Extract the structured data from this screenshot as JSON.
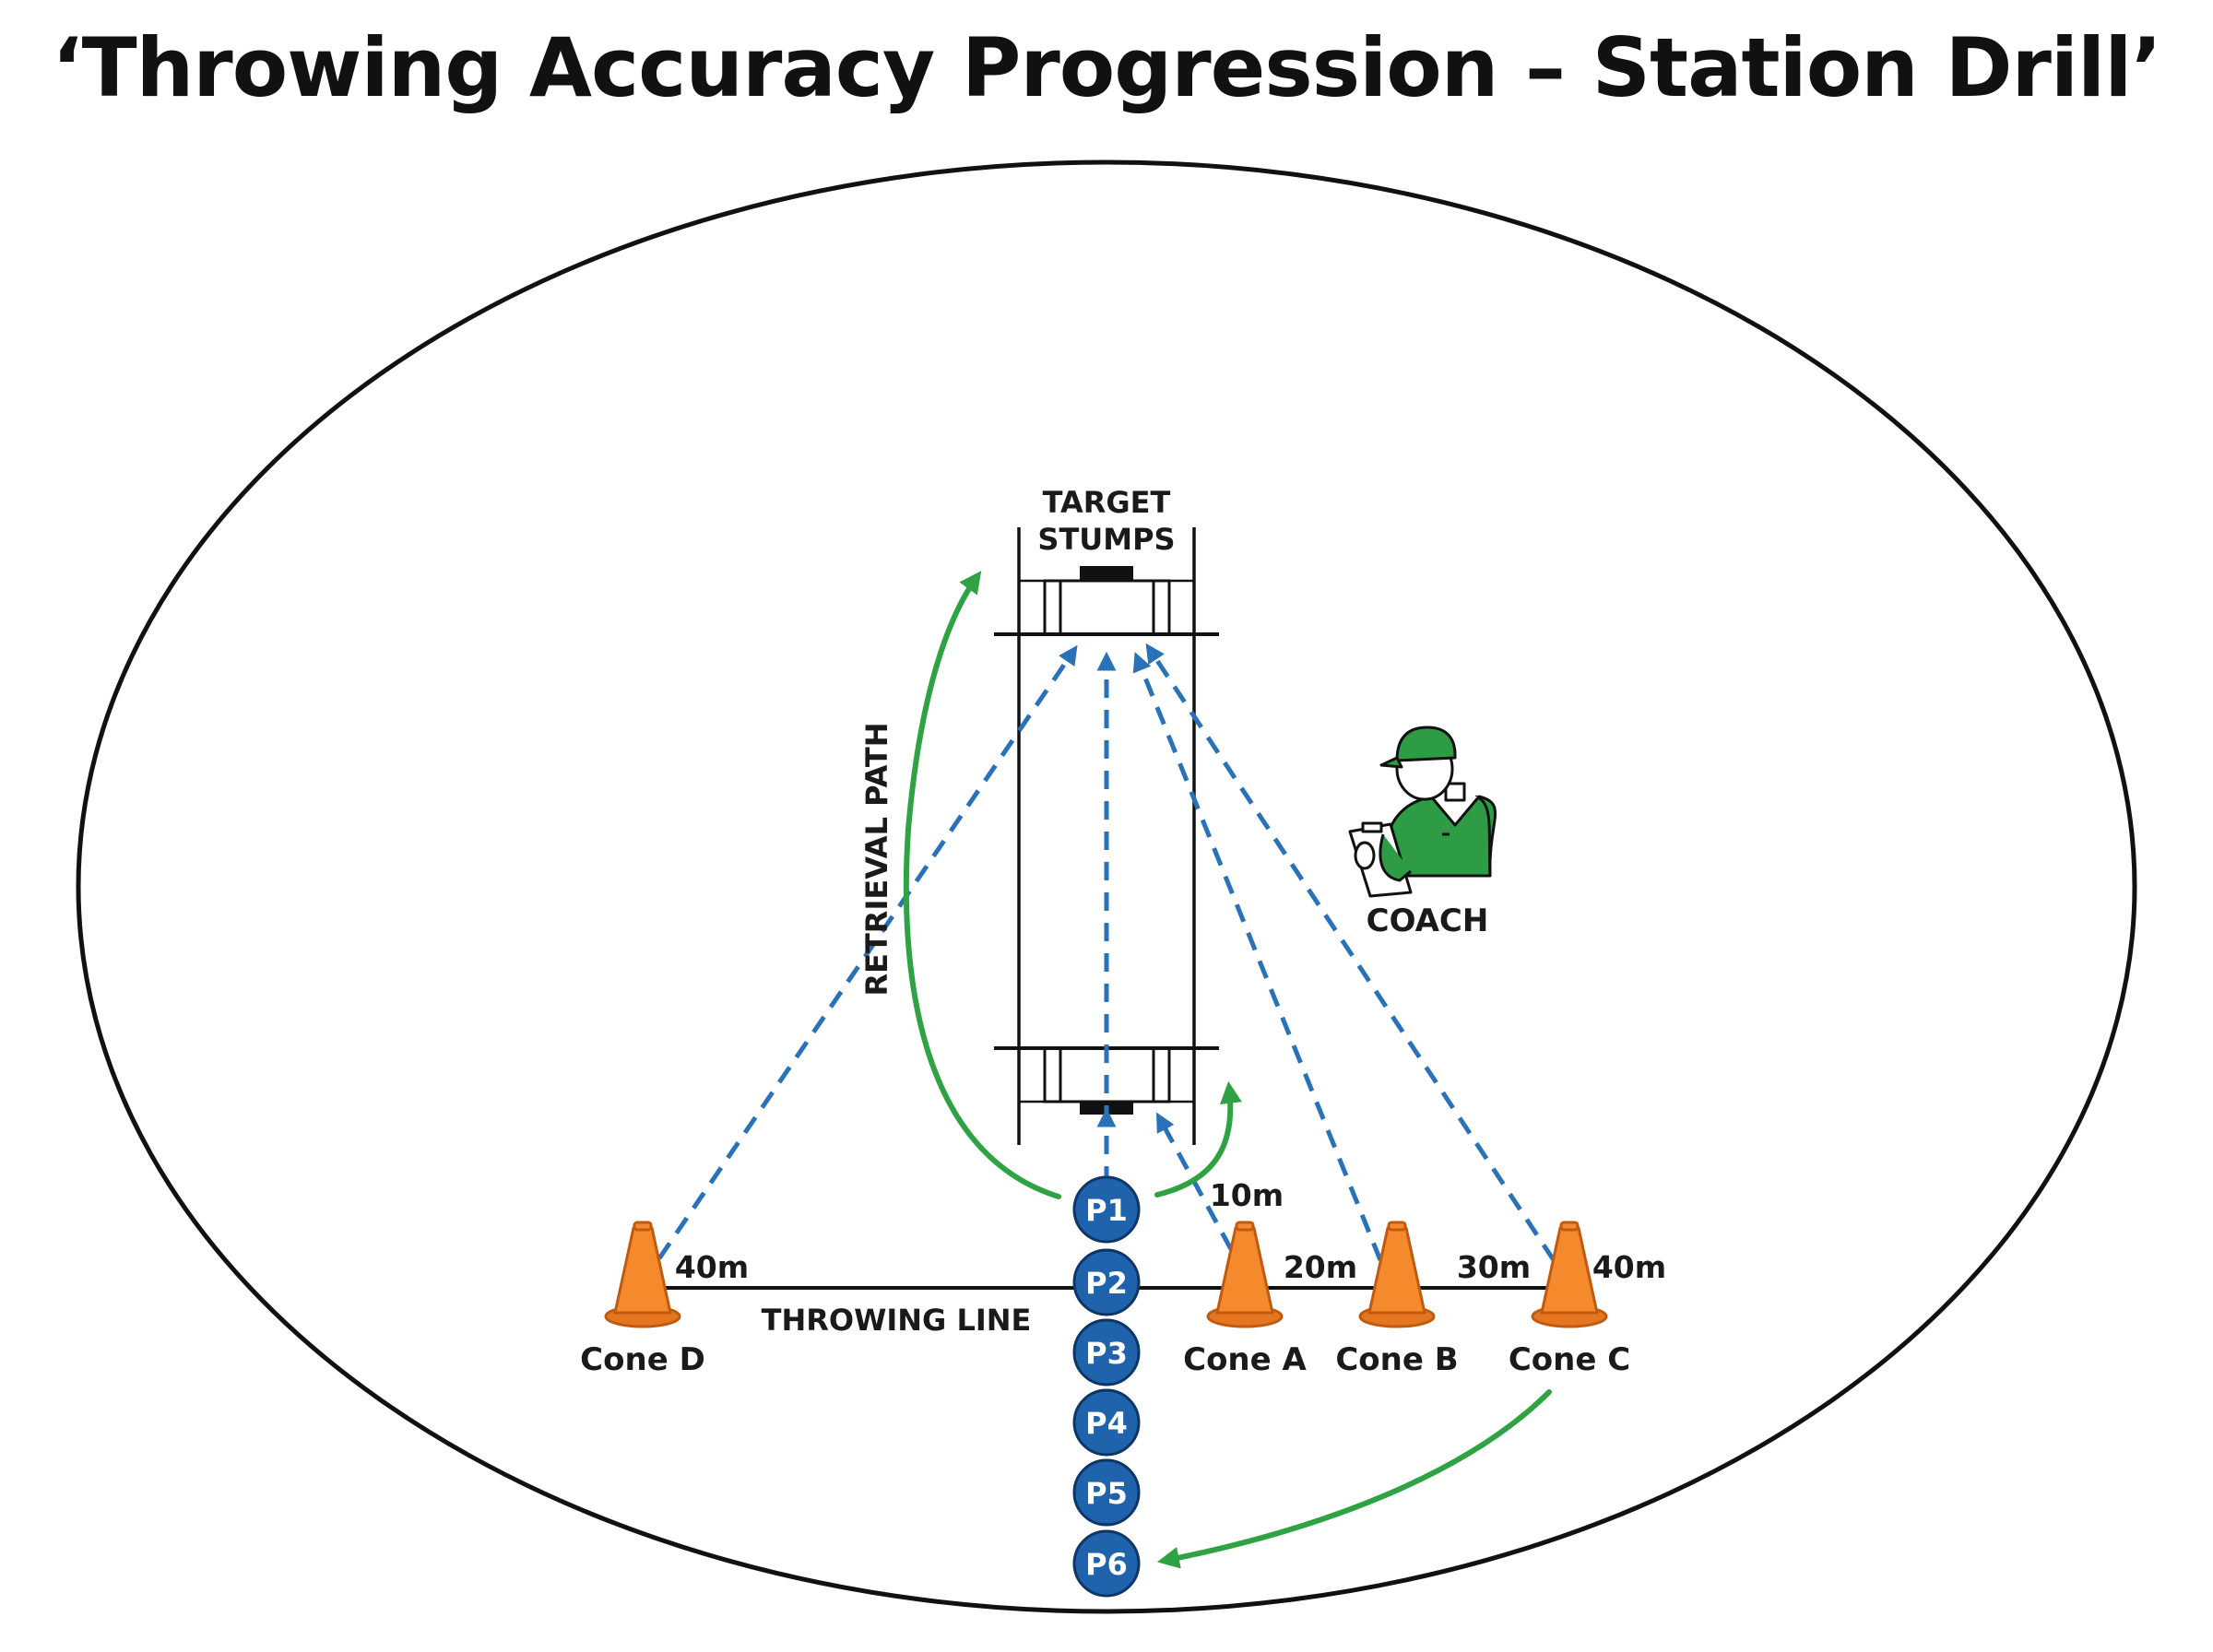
{
  "title": "‘Throwing Accuracy Progression – Station Drill’",
  "labels": {
    "target": [
      "TARGET",
      "STUMPS"
    ],
    "coach": "COACH",
    "retrieval_path": "RETRIEVAL PATH",
    "throwing_line": "THROWING LINE"
  },
  "cones": {
    "a": "Cone A",
    "b": "Cone B",
    "c": "Cone C",
    "d": "Cone D"
  },
  "distances": {
    "p1": "10m",
    "a": "20m",
    "b": "30m",
    "c": "40m",
    "d": "40m"
  },
  "players": [
    "P1",
    "P2",
    "P3",
    "P4",
    "P5",
    "P6"
  ],
  "icons": {
    "coach": "coach-with-clipboard-icon",
    "cone": "traffic-cone-icon"
  },
  "colors": {
    "throw_path": "#2a72b8",
    "retrieval_path": "#2fa343",
    "player": "#1f63ad",
    "cone": "#f58a2c",
    "coach": "#2e9b45",
    "outline": "#111111"
  }
}
